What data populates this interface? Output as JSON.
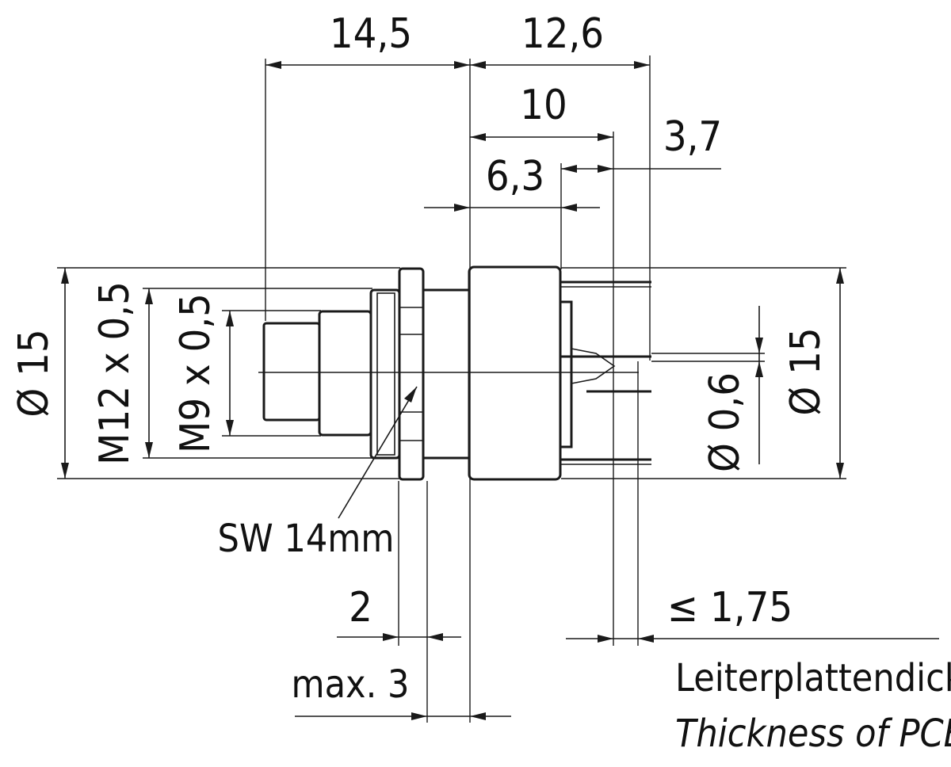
{
  "colors": {
    "ink": "#1a1a1a",
    "background": "#ffffff"
  },
  "dimensions": {
    "length_total": "14,5",
    "length_rear": "12,6",
    "length_10": "10",
    "length_6_3": "6,3",
    "pin_offset": "3,7",
    "diameter_left": "Ø 15",
    "thread_m12": "M12 x 0,5",
    "thread_m9": "M9 x 0,5",
    "pin_diameter": "Ø 0,6",
    "diameter_right": "Ø 15",
    "wrench_size": "SW 14mm",
    "nut_width": "2",
    "panel_max": "max. 3",
    "pcb_thickness": "≤ 1,75"
  },
  "pcb_label": {
    "german": "Leiterplattendicke",
    "english": "Thickness of PCB"
  }
}
